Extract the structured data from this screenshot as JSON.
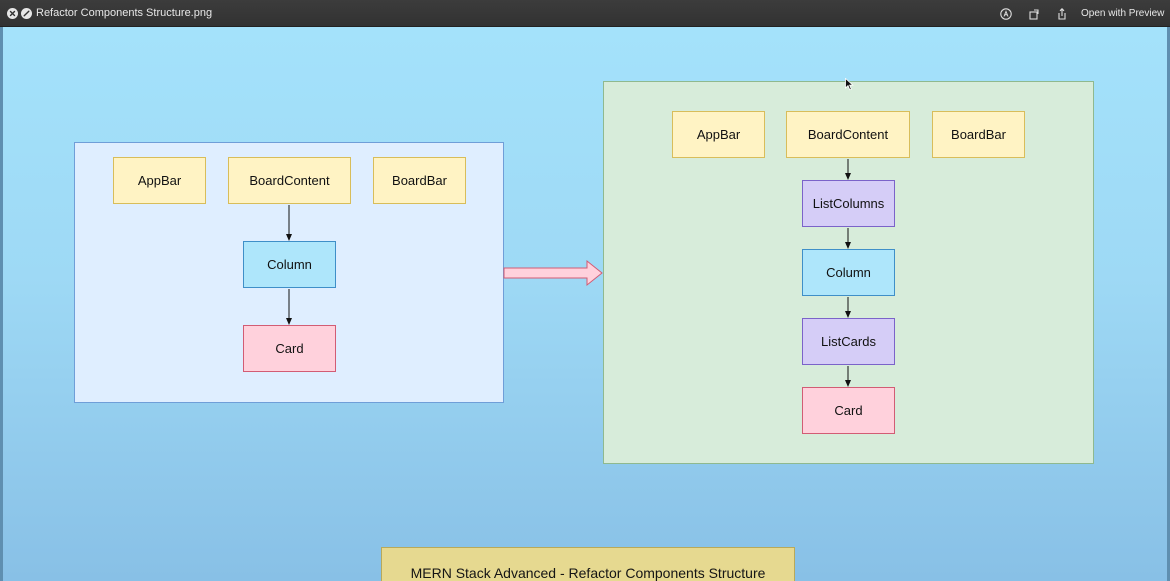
{
  "window": {
    "file_title": "Refactor Components Structure.png",
    "open_with_label": "Open with Preview",
    "icons": [
      "close-icon",
      "minimize-icon",
      "markup-icon",
      "rotate-icon",
      "share-icon"
    ]
  },
  "diagram": {
    "before": {
      "nodes": {
        "appbar": "AppBar",
        "boardcontent": "BoardContent",
        "boardbar": "BoardBar",
        "column": "Column",
        "card": "Card"
      }
    },
    "after": {
      "nodes": {
        "appbar": "AppBar",
        "boardcontent": "BoardContent",
        "boardbar": "BoardBar",
        "listcolumns": "ListColumns",
        "column": "Column",
        "listcards": "ListCards",
        "card": "Card"
      }
    },
    "banner": "MERN Stack Advanced - Refactor Components Structure"
  },
  "colors": {
    "canvas": "#a4e2fb",
    "yellow_node": "#fff3c4",
    "blue_node": "#aee6fb",
    "pink_node": "#ffd1dc",
    "purple_node": "#d5cdf7",
    "left_container": "#dfeeff",
    "right_container": "#d7ecda",
    "banner": "#e6d990"
  }
}
